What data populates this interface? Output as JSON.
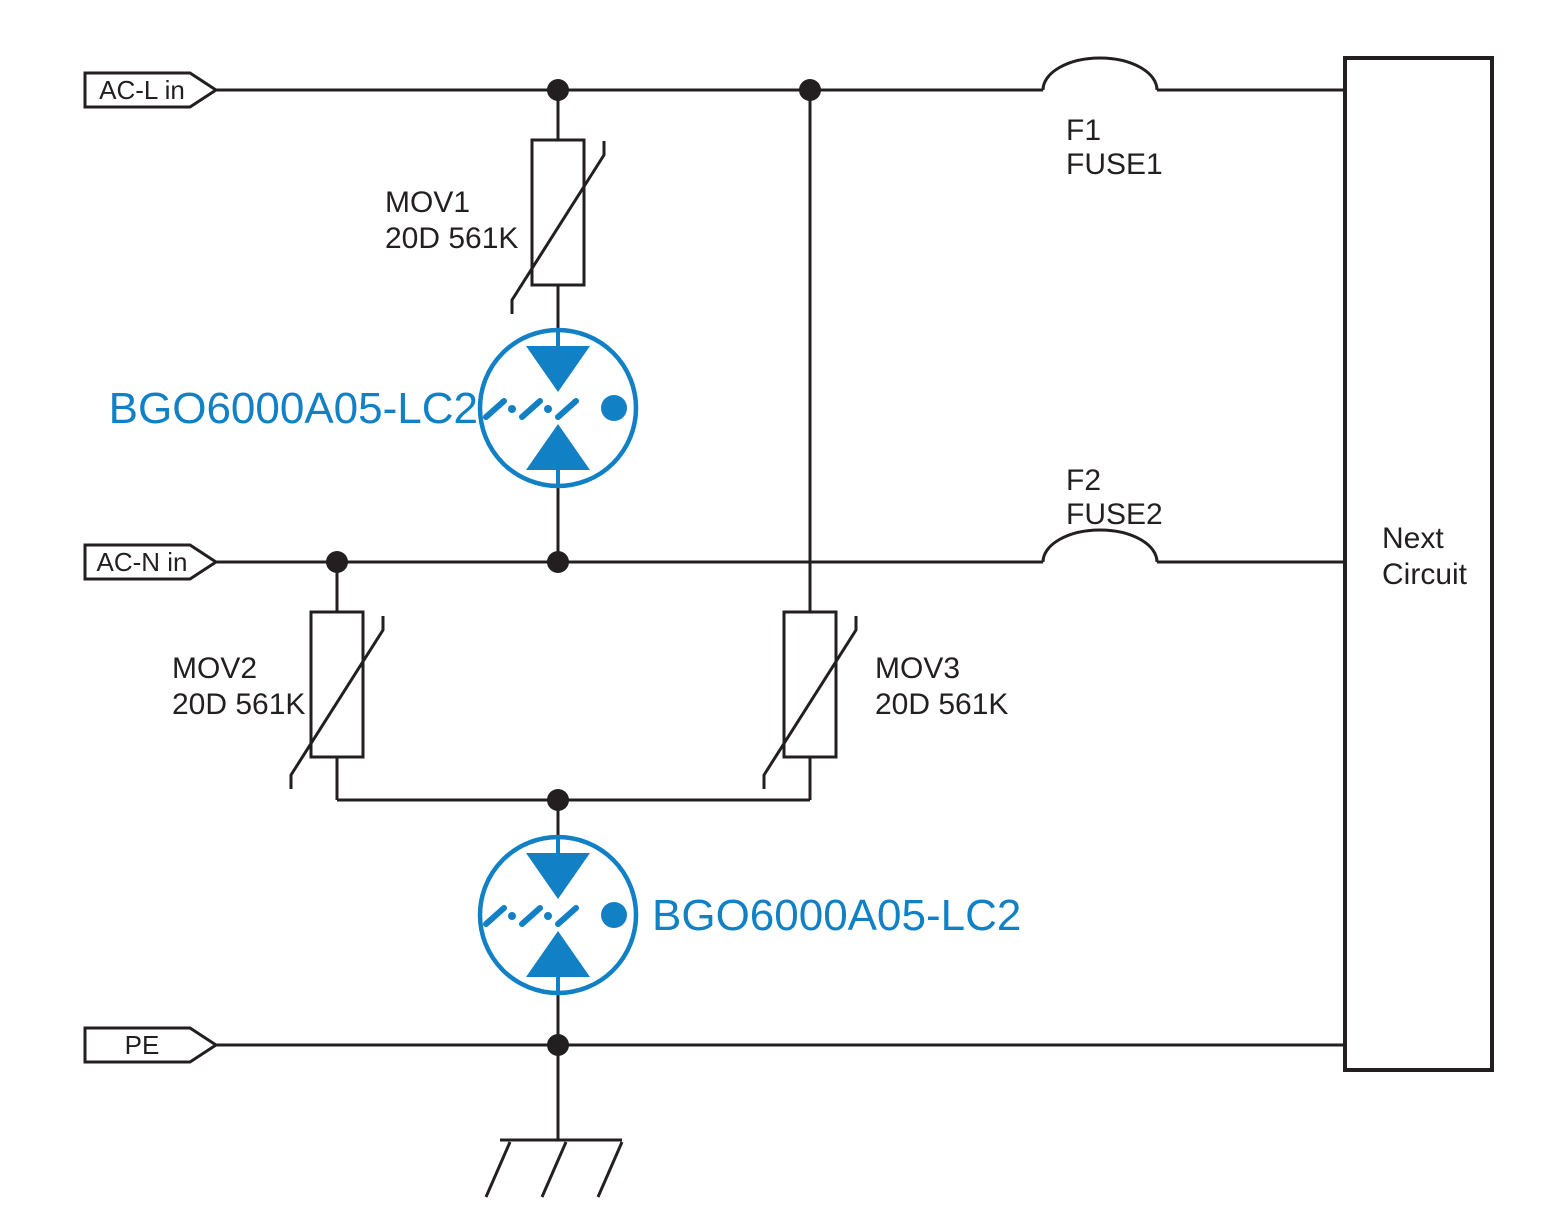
{
  "diagram": {
    "terminals": {
      "ac_l": {
        "label": "AC-L in"
      },
      "ac_n": {
        "label": "AC-N in"
      },
      "pe": {
        "label": "PE"
      }
    },
    "components": {
      "mov1": {
        "ref": "MOV1",
        "value": "20D 561K"
      },
      "mov2": {
        "ref": "MOV2",
        "value": "20D 561K"
      },
      "mov3": {
        "ref": "MOV3",
        "value": "20D 561K"
      },
      "fuse1": {
        "ref": "F1",
        "label": "FUSE1"
      },
      "fuse2": {
        "ref": "F2",
        "label": "FUSE2"
      },
      "gdt_top": {
        "part": "BGO6000A05-LC2"
      },
      "gdt_bottom": {
        "part": "BGO6000A05-LC2"
      },
      "next_circuit": {
        "line1": "Next",
        "line2": "Circuit"
      }
    },
    "colors": {
      "line": "#231f20",
      "accent_blue": "#1180c4"
    }
  }
}
